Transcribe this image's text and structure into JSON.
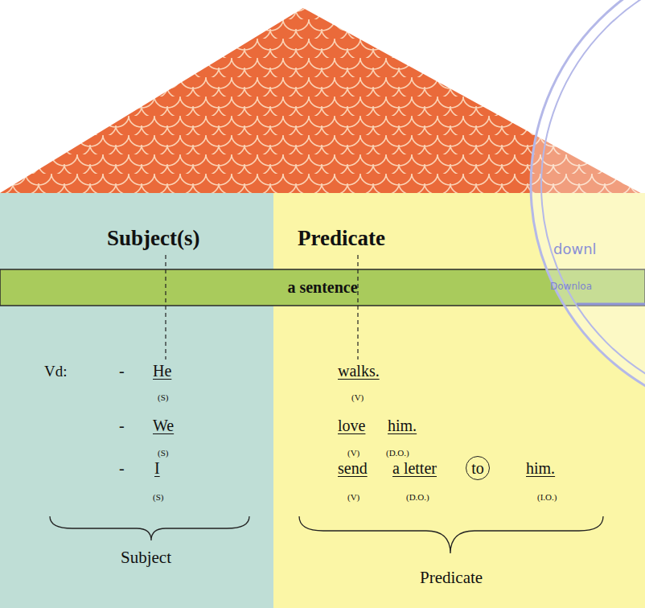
{
  "diagram": {
    "nodes": [
      {
        "text": [
          "Subject(s)",
          "Vd:",
          "-",
          "He",
          "(S)",
          "-",
          "We",
          "(S)",
          "-",
          "I",
          "(S)",
          "Subject"
        ]
      },
      {
        "text": [
          "Predicate",
          "walks.",
          "(V)",
          "love",
          "him.",
          "(V)",
          "(D.O.)",
          "send",
          "a letter",
          "him.",
          "(V)",
          "(D.O.)",
          "(I.O.)",
          "Predicate"
        ]
      },
      {
        "text": [
          "a sentence"
        ]
      },
      {
        "text": [
          "to"
        ],
        "in": 1
      }
    ],
    "labels": [
      "downl",
      "Downloa"
    ]
  }
}
